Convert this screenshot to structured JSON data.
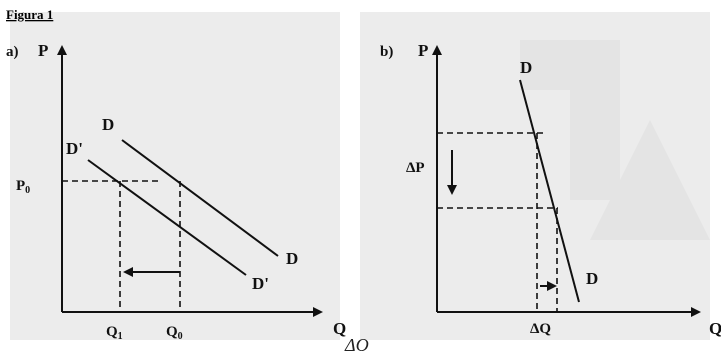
{
  "figure_title": "Figura 1",
  "panel_a": {
    "tag": "a)",
    "y_axis": "P",
    "x_axis": "Q",
    "curve_D": "D",
    "curve_D_shifted": "D'",
    "price": {
      "main": "P",
      "sub": "0"
    },
    "qty_1": {
      "main": "Q",
      "sub": "1"
    },
    "qty_0": {
      "main": "Q",
      "sub": "0"
    }
  },
  "panel_b": {
    "tag": "b)",
    "y_axis": "P",
    "x_axis": "Q",
    "curve_D": "D",
    "delta_p": "ΔP",
    "delta_q": "ΔQ"
  },
  "footer_fragment": "ΔQ",
  "colors": {
    "ink": "#111111",
    "watermark": "#ececec"
  }
}
